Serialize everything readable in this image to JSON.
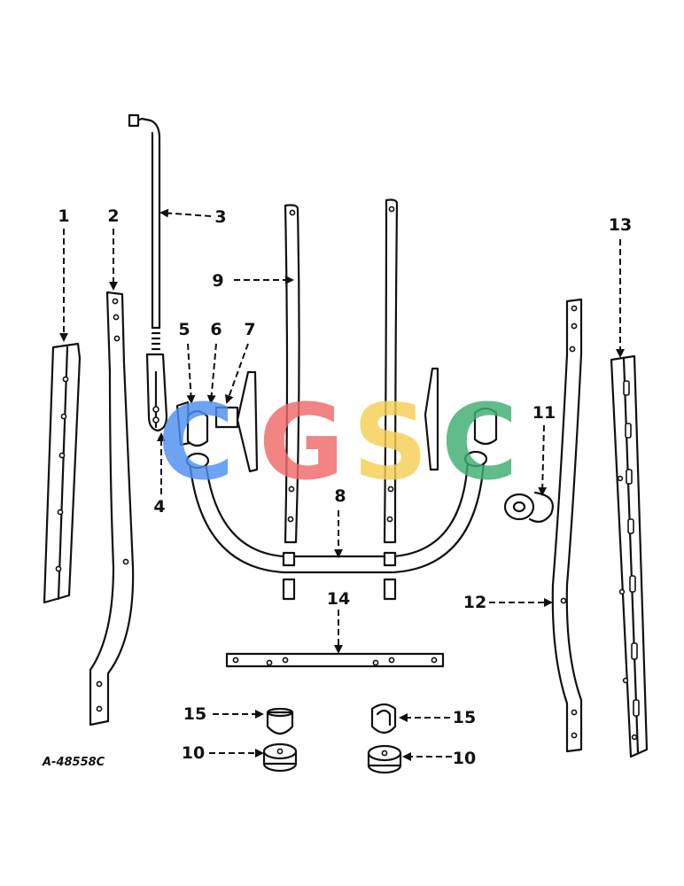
{
  "drawing_number": "A-48558C",
  "watermark": {
    "letters": [
      "C",
      "G",
      "S",
      "C"
    ],
    "colors": [
      "#4f8ff0",
      "#f06a6a",
      "#f5cf52",
      "#3fae73"
    ]
  },
  "callouts": {
    "c1": "1",
    "c2": "2",
    "c3": "3",
    "c4": "4",
    "c5": "5",
    "c6": "6",
    "c7": "7",
    "c8": "8",
    "c9": "9",
    "c10a": "10",
    "c10b": "10",
    "c11": "11",
    "c12": "12",
    "c13": "13",
    "c14": "14",
    "c15a": "15",
    "c15b": "15"
  }
}
